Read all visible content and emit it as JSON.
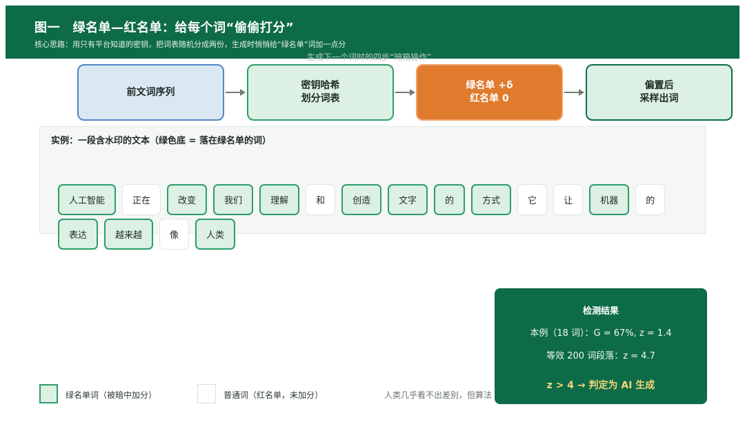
{
  "header": {
    "title": "图一　绿名单—红名单：给每个词“偷偷打分”",
    "subtitle": "核心思路：用只有平台知道的密钥，把词表随机分成两份，生成时悄悄给“绿名单”词加一点分",
    "overlapped_caption": "生成下一个词时的四步“暗箱操作”"
  },
  "flow": [
    {
      "line1": "前文词序列",
      "line2": ""
    },
    {
      "line1": "密钥哈希",
      "line2": "划分词表"
    },
    {
      "line1": "绿名单 +δ",
      "line2": "红名单 0"
    },
    {
      "line1": "偏置后",
      "line2": "采样出词"
    }
  ],
  "example": {
    "label": "实例：一段含水印的文本（绿色底 = 落在绿名单的词）",
    "tokens": [
      {
        "text": "人工智能",
        "green": true
      },
      {
        "text": "正在",
        "green": false
      },
      {
        "text": "改变",
        "green": true
      },
      {
        "text": "我们",
        "green": true
      },
      {
        "text": "理解",
        "green": true
      },
      {
        "text": "和",
        "green": false
      },
      {
        "text": "创造",
        "green": true
      },
      {
        "text": "文字",
        "green": true
      },
      {
        "text": "的",
        "green": true
      },
      {
        "text": "方式",
        "green": true
      },
      {
        "text": "它",
        "green": false
      },
      {
        "text": "让",
        "green": false
      },
      {
        "text": "机器",
        "green": true
      },
      {
        "text": "的",
        "green": false
      },
      {
        "text": "表达",
        "green": true
      },
      {
        "text": "越来越",
        "green": true
      },
      {
        "text": "像",
        "green": false
      },
      {
        "text": "人类",
        "green": true
      }
    ]
  },
  "result": {
    "title": "检测结果",
    "line1": "本例（18 词）：G = 67%, z = 1.4",
    "line2": "等效 200 词段落：z ≈ 4.7",
    "verdict": "z > 4 → 判定为 AI 生成"
  },
  "legend": {
    "green_label": "绿名单词（被暗中加分）",
    "plain_label": "普通词（红名单，未加分）",
    "note": "人类几乎看不出差别，但算法"
  },
  "colors": {
    "header": "#0e6b47",
    "green_fill": "#dcf0e4",
    "green_border": "#2e9c69",
    "blue_fill": "#dbe8f4",
    "orange": "#e07a2d",
    "verdict": "#f4d77a"
  }
}
